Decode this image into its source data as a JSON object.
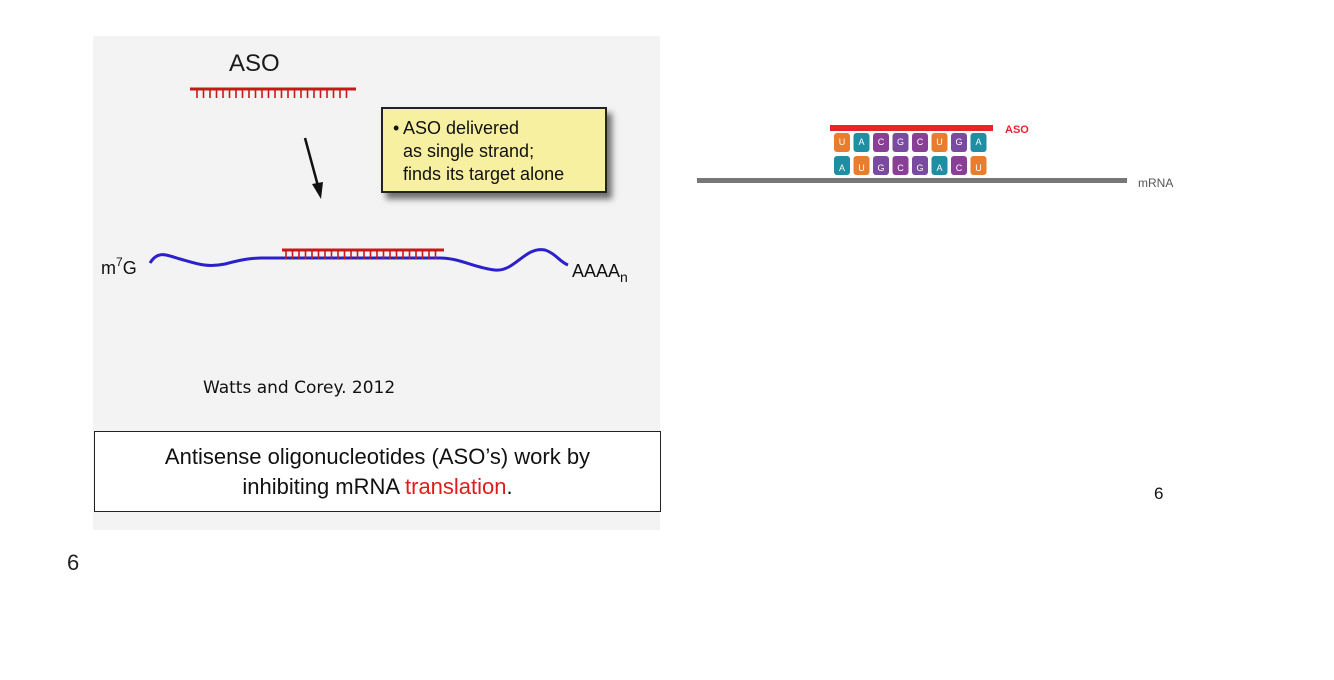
{
  "left_figure": {
    "aso_label": "ASO",
    "callout": {
      "bullet": "•",
      "line1": "ASO delivered",
      "line2": "as single strand;",
      "line3": "finds its target alone"
    },
    "cap_label": "m",
    "cap_superscript": "7",
    "cap_suffix": "G",
    "tail_label": "AAAA",
    "tail_subscript": "n",
    "citation": "Watts and Corey. 2012"
  },
  "statement": {
    "line1": "Antisense oligonucleotides (ASO’s) work by",
    "line2_prefix": "inhibiting mRNA ",
    "line2_highlight": "translation",
    "line2_suffix": "."
  },
  "right_figure": {
    "aso_label": "ASO",
    "mrna_label": "mRNA",
    "top_bases": [
      "U",
      "A",
      "C",
      "G",
      "C",
      "U",
      "G",
      "A"
    ],
    "bottom_bases": [
      "A",
      "U",
      "G",
      "C",
      "G",
      "A",
      "C",
      "U"
    ],
    "base_colors": {
      "U": "#e87d2e",
      "A": "#1f8ea3",
      "C": "#8a3f96",
      "G": "#7a4aa0"
    },
    "aso_color": "#e8242b",
    "mrna_color": "#777777"
  },
  "slide_number_left": "6",
  "slide_number_right": "6"
}
